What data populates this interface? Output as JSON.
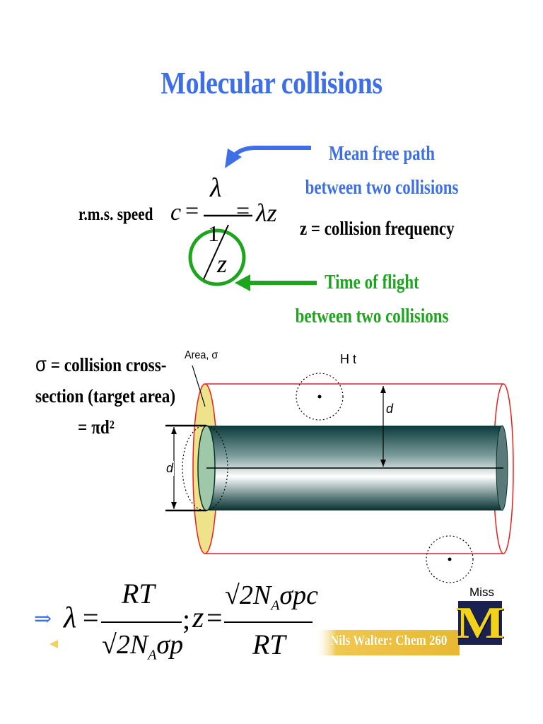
{
  "title": "Molecular collisions",
  "rms": {
    "label": "r.m.s. speed",
    "c": "c",
    "eq1": "=",
    "lambda": "λ",
    "one": "1",
    "z": "z",
    "eq2": "=",
    "lambda_z": "λz"
  },
  "mean_free_path_note": {
    "line1": "Mean free path",
    "line2": "between two collisions"
  },
  "z_def": "z = collision frequency",
  "time_of_flight_note": {
    "line1": "Time of flight",
    "line2": "between two collisions"
  },
  "sigma_def": {
    "symbol": "σ",
    "line1": " = collision cross-",
    "line2": "section (target area)",
    "line3": "= πd²"
  },
  "diagram": {
    "area_label": "Area, σ",
    "hit_label": "H t",
    "miss_label": "Miss",
    "d_label_left": "d",
    "d_label_top": "d"
  },
  "formula": {
    "arrow": "⇒",
    "lambda": "λ",
    "eq1": "=",
    "num1": "RT",
    "den1": "√2N",
    "den1_sub": "A",
    "den1_tail": "σp",
    "sep": ";",
    "z": "z",
    "eq2": "=",
    "num2": "√2N",
    "num2_sub": "A",
    "num2_tail": "σpc",
    "den2": "RT"
  },
  "footer": "Nils Walter: Chem 260",
  "logo_letter": "M",
  "colors": {
    "title_blue": "#3f6fe6",
    "note_green": "#1ea51e",
    "cylinder_red": "#e82020",
    "area_yellow": "#eee38a",
    "logo_yellow": "#f2d21a",
    "footer_gold": "#e8c040"
  }
}
